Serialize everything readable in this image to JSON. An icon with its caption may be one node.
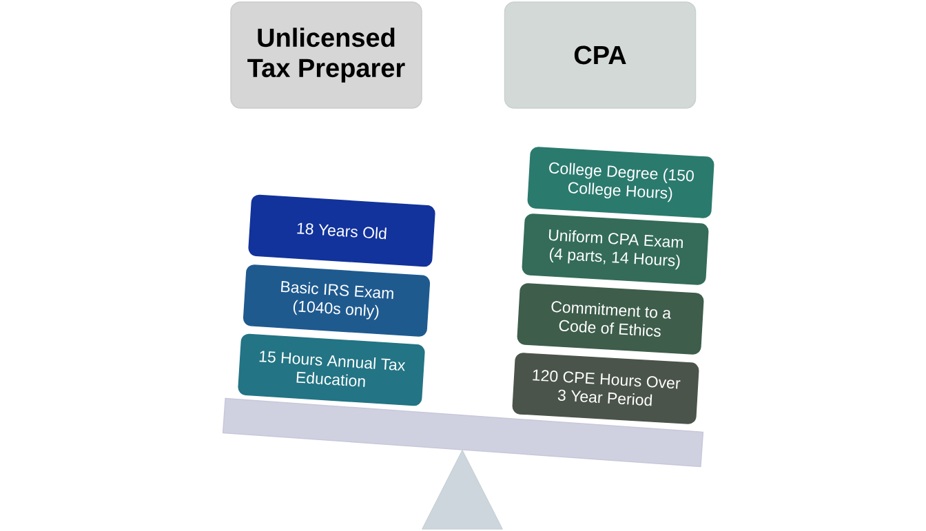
{
  "diagram": {
    "nodes": [
      {
        "text": [
          "Unlicensed Tax Preparer"
        ]
      },
      {
        "text": [
          "CPA"
        ]
      },
      {
        "text": [
          "18 Years Old"
        ]
      },
      {
        "text": [
          "Basic IRS Exam (1040s only)"
        ]
      },
      {
        "text": [
          "15 Hours Annual Tax Education"
        ]
      },
      {
        "text": [
          "College Degree (150 College Hours)"
        ]
      },
      {
        "text": [
          "Uniform CPA Exam (4 parts, 14 Hours)"
        ]
      },
      {
        "text": [
          "Commitment to a Code of Ethics"
        ]
      },
      {
        "text": [
          "120 CPE Hours Over 3 Year Period"
        ]
      },
      {
        "text": [],
        "shape": "bar"
      },
      {
        "text": [],
        "shape": "triangle"
      }
    ]
  }
}
